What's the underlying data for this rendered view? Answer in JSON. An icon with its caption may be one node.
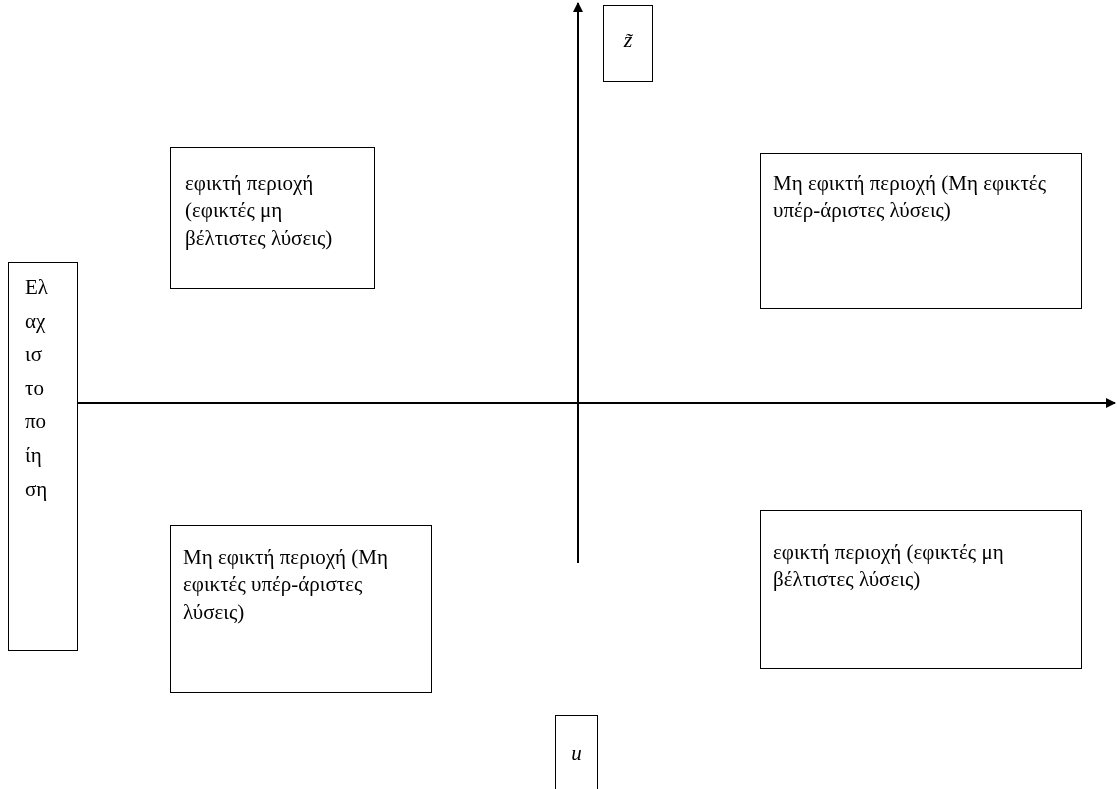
{
  "diagram": {
    "nodes": [
      {
        "text": [
          "z̃"
        ]
      },
      {
        "text": [
          "εφικτή περιοχή (εφικτές μη βέλτιστες λύσεις)"
        ]
      },
      {
        "text": [
          "Μη εφικτή περιοχή (Μη εφικτές υπέρ-άριστες λύσεις)"
        ]
      },
      {
        "text": [
          "Ελαχιστοποίηση"
        ]
      },
      {
        "text": [
          "Μη εφικτή περιοχή (Μη εφικτές υπέρ-άριστες λύσεις)"
        ]
      },
      {
        "text": [
          "εφικτή περιοχή (εφικτές μη βέλτιστες λύσεις)"
        ]
      },
      {
        "text": [
          "u"
        ]
      }
    ]
  }
}
